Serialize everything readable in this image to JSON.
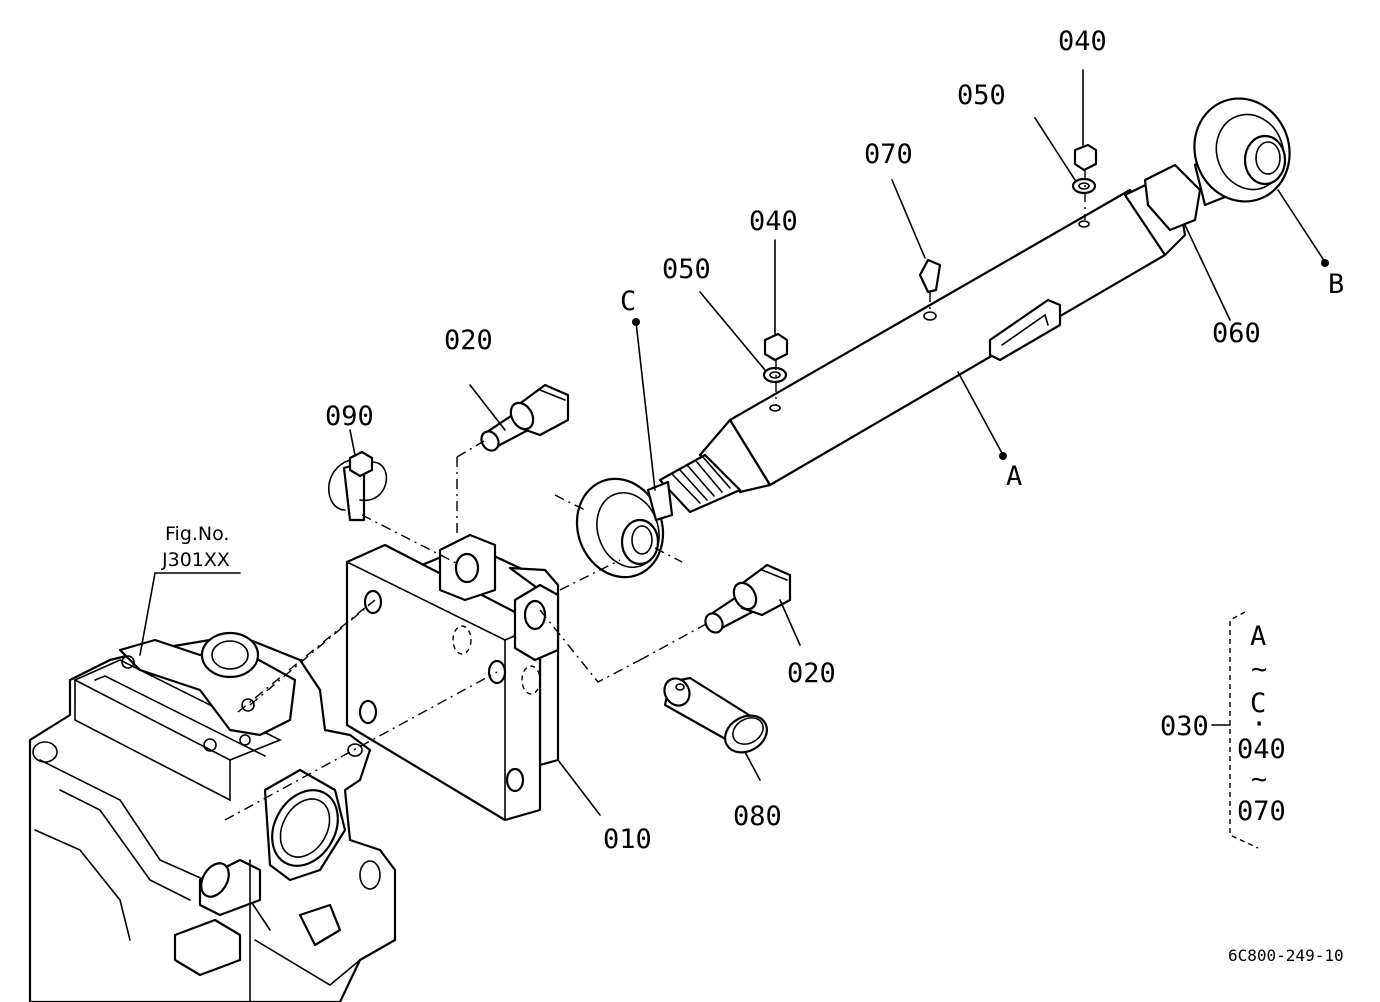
{
  "diagram": {
    "figure_reference": {
      "line1": "Fig.No.",
      "line2": "J301XX"
    },
    "drawing_code": "6C800-249-10",
    "callouts": [
      {
        "id": "p040a",
        "label": "040"
      },
      {
        "id": "p050a",
        "label": "050"
      },
      {
        "id": "p070",
        "label": "070"
      },
      {
        "id": "p040b",
        "label": "040"
      },
      {
        "id": "p050b",
        "label": "050"
      },
      {
        "id": "p020a",
        "label": "020"
      },
      {
        "id": "p090",
        "label": "090"
      },
      {
        "id": "p020b",
        "label": "020"
      },
      {
        "id": "p060",
        "label": "060"
      },
      {
        "id": "p010",
        "label": "010"
      },
      {
        "id": "p080",
        "label": "080"
      }
    ],
    "points": [
      {
        "id": "pointA",
        "label": "A"
      },
      {
        "id": "pointB",
        "label": "B"
      },
      {
        "id": "pointC",
        "label": "C"
      }
    ],
    "assembly_note": {
      "part": "030",
      "range": [
        "A",
        "~",
        "C",
        "·",
        "040",
        "~",
        "070"
      ]
    }
  }
}
